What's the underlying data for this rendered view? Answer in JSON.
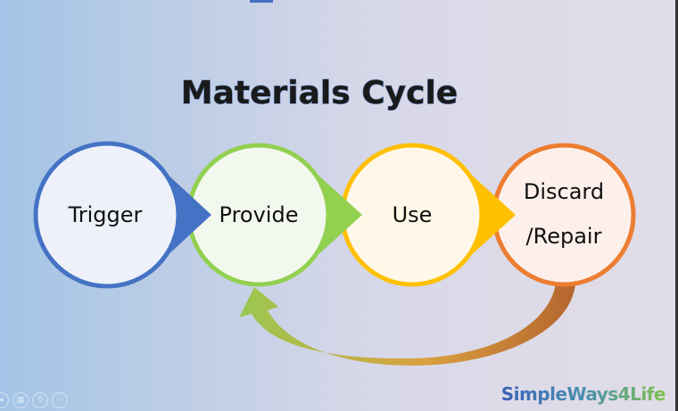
{
  "title": "Materials Cycle",
  "steps": [
    {
      "label": "Trigger",
      "color": "#4472c4",
      "fill": "#eef1f9"
    },
    {
      "label": "Provide",
      "color": "#92d050",
      "fill": "#f3f8ee"
    },
    {
      "label": "Use",
      "color": "#ffc000",
      "fill": "#fff8e8"
    },
    {
      "label_line1": "Discard",
      "label_line2": "/Repair",
      "color": "#ed7d31",
      "fill": "#fdf0ea"
    }
  ],
  "logo": "SimpleWays4Life",
  "controls": {
    "prev": "◂",
    "slides": "▦",
    "zoom": "⚲",
    "more": "⋯"
  }
}
